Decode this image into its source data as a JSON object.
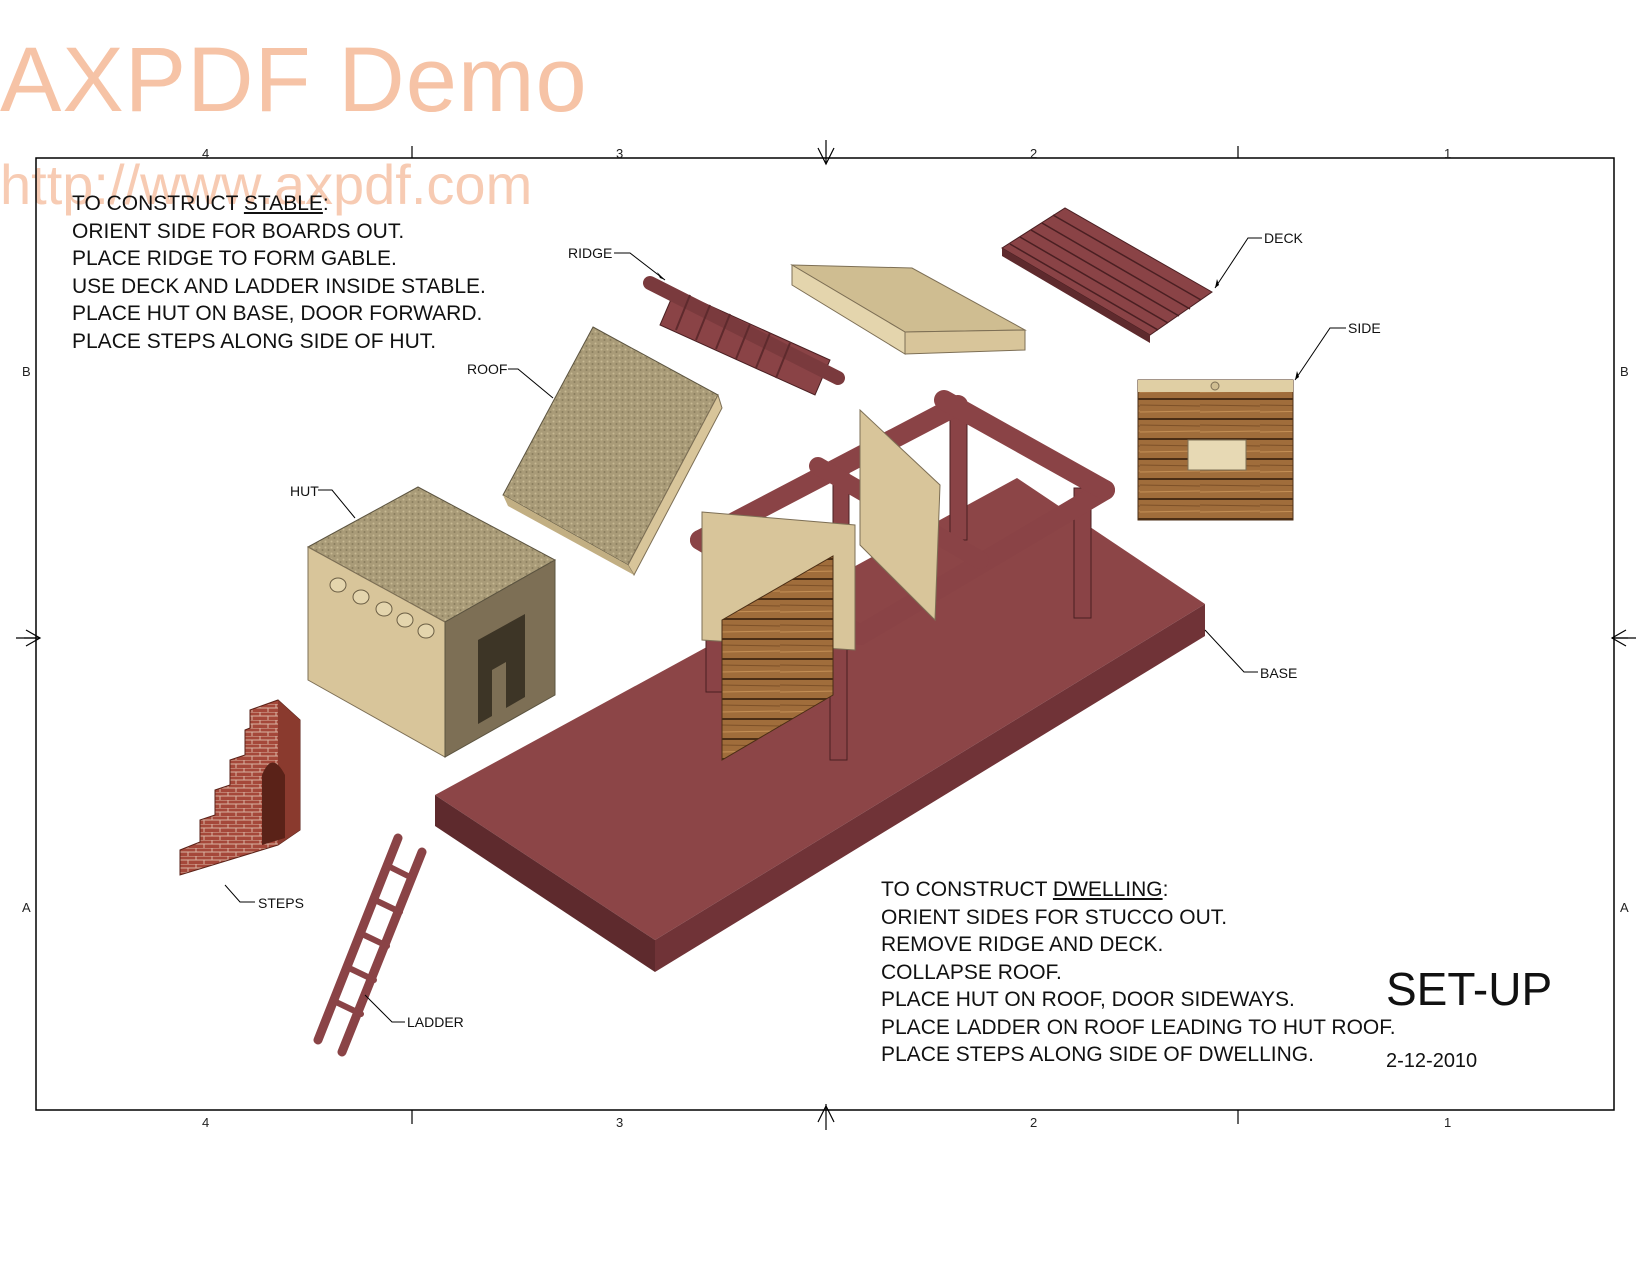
{
  "watermark": {
    "title": "AXPDF Demo",
    "url": "http://www.axpdf.com"
  },
  "zones": {
    "columns": [
      "4",
      "3",
      "2",
      "1"
    ],
    "rows": [
      "B",
      "A"
    ]
  },
  "stable_notes": {
    "heading_prefix": "TO CONSTRUCT ",
    "heading_keyword": "STABLE",
    "heading_suffix": ":",
    "lines": [
      "ORIENT SIDE FOR BOARDS OUT.",
      "PLACE RIDGE TO FORM GABLE.",
      "USE DECK AND LADDER INSIDE STABLE.",
      "PLACE HUT ON BASE, DOOR FORWARD.",
      "PLACE STEPS ALONG SIDE OF HUT."
    ]
  },
  "dwelling_notes": {
    "heading_prefix": "TO CONSTRUCT ",
    "heading_keyword": "DWELLING",
    "heading_suffix": ":",
    "lines": [
      "ORIENT SIDES FOR STUCCO OUT.",
      "REMOVE RIDGE AND DECK.",
      "COLLAPSE ROOF.",
      "PLACE HUT ON ROOF,  DOOR SIDEWAYS.",
      "PLACE LADDER ON ROOF LEADING TO HUT ROOF.",
      "PLACE STEPS ALONG SIDE OF DWELLING."
    ]
  },
  "parts": {
    "ridge": "RIDGE",
    "deck": "DECK",
    "side": "SIDE",
    "roof": "ROOF",
    "hut": "HUT",
    "base": "BASE",
    "steps": "STEPS",
    "ladder": "LADDER"
  },
  "title_block": {
    "title": "SET-UP",
    "date": "2-12-2010"
  },
  "colors": {
    "maroon": "#8a4346",
    "maroon_dark": "#5e2a2d",
    "tan": "#d8c59a",
    "tan_dark": "#7d6f55",
    "stucco": "#a79a78",
    "wood": "#9a6a3a",
    "brick": "#a5483a"
  }
}
